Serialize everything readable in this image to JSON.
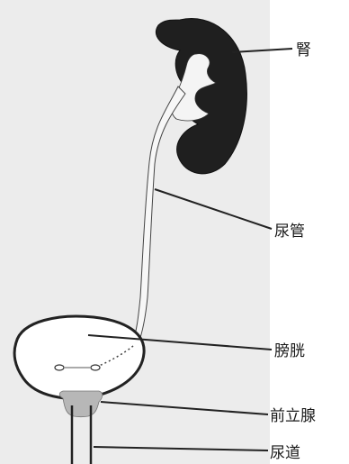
{
  "diagram": {
    "labels": {
      "kidney": "腎",
      "ureter": "尿管",
      "bladder": "膀胱",
      "prostate": "前立腺",
      "urethra": "尿道"
    },
    "colors": {
      "background": "#ececec",
      "paper": "#ffffff",
      "kidney_fill": "#1f1f1f",
      "ureter_fill": "#f7f7f7",
      "prostate_fill": "#b7b7b7",
      "line": "#222222"
    }
  }
}
